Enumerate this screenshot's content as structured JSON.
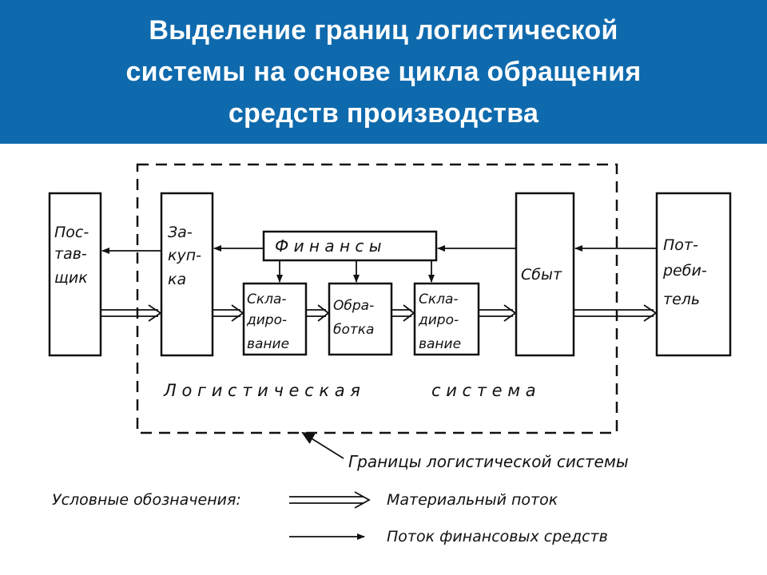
{
  "header": {
    "background": "#0f6aad",
    "title_lines": [
      "Выделение границ логистической",
      "системы на основе цикла обращения",
      "средств производства"
    ]
  },
  "diagram": {
    "supplier": [
      "Пос-",
      "тав-",
      "щик"
    ],
    "procurement": [
      "За-",
      "куп-",
      "ка"
    ],
    "finance": "Ф и н а н с ы",
    "warehousing_1": [
      "Скла-",
      "диро-",
      "вание"
    ],
    "processing": [
      "Обра-",
      "ботка"
    ],
    "warehousing_2": [
      "Скла-",
      "диро-",
      "вание"
    ],
    "sales": "Сбыт",
    "consumer": [
      "Пот-",
      "реби-",
      "тель"
    ],
    "system_label_1": "Л о г и с т и ч е с к а я",
    "system_label_2": "с и с т е м а",
    "boundary_label": "Границы логистической системы"
  },
  "legend": {
    "title": "Условные обозначения:",
    "material_flow": "Материальный поток",
    "financial_flow": "Поток финансовых средств"
  }
}
